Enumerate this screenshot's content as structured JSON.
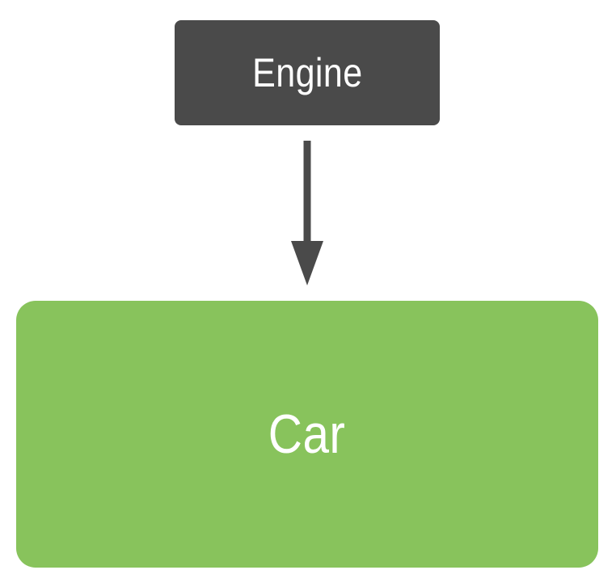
{
  "diagram": {
    "nodes": {
      "engine": {
        "label": "Engine"
      },
      "car": {
        "label": "Car"
      }
    },
    "edges": [
      {
        "from": "engine",
        "to": "car"
      }
    ]
  },
  "colors": {
    "engine_fill": "#4a4a4a",
    "car_fill": "#88c35c",
    "arrow": "#4a4a4a",
    "text": "#ffffff"
  }
}
